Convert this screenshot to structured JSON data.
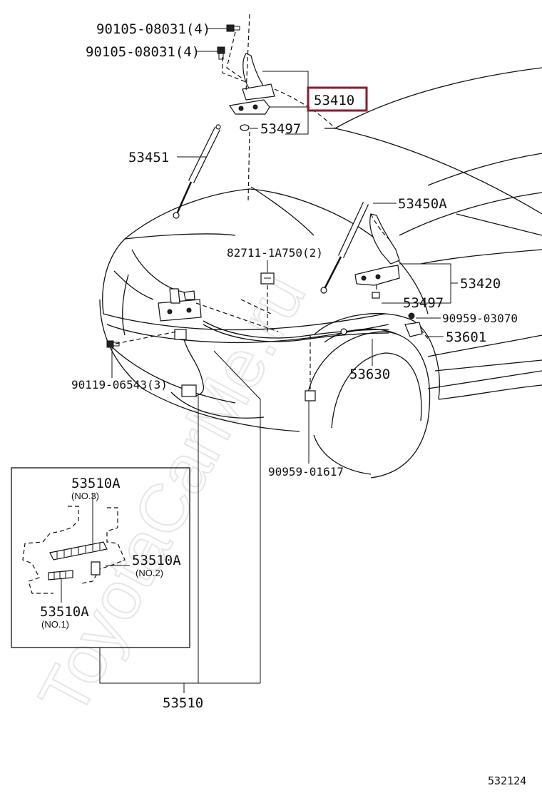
{
  "watermark": "ToyotaCarMe.ru",
  "diagram_id": "532124",
  "highlight_color": "#8b1a2e",
  "labels": {
    "bolt_a": "90105-08031(4)",
    "bolt_b": "90105-08031(4)",
    "hinge": "53410",
    "cushion_top": "53497",
    "stay_left": "53451",
    "stay_right": "53450A",
    "clip": "82711-1A750(2)",
    "hinge_right": "53420",
    "cushion_right": "53497",
    "clamp_a": "90959-03070",
    "lever": "53601",
    "bolt_c": "90119-06543(3)",
    "cable": "53630",
    "clamp_b": "90959-01617",
    "seal_no3": "53510A",
    "seal_no3_sub": "(NO.3)",
    "seal_no2": "53510A",
    "seal_no2_sub": "(NO.2)",
    "seal_no1": "53510A",
    "seal_no1_sub": "(NO.1)",
    "seal_set": "53510"
  }
}
